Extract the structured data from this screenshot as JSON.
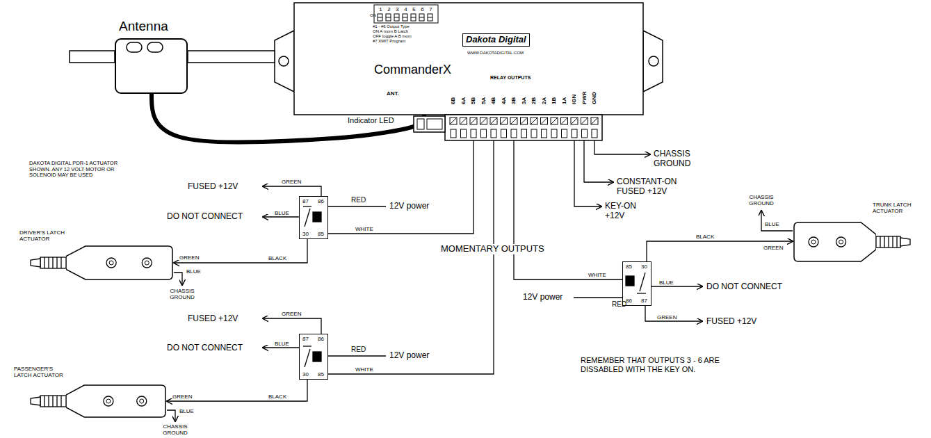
{
  "diagram": {
    "nodes": [
      {
        "text": [
          "ON",
          "1 2 3 4 5 6 7",
          "#1 - #6 Output Type",
          "ON A mom B Latch",
          "OFF toggle A B mom",
          "#7 XMIT Program",
          "Dakota Digital",
          "WWW.DAKOTADIGITAL.COM",
          "CommanderX",
          "RELAY OUTPUTS",
          "ANT.",
          "6B",
          "6A",
          "5B",
          "5A",
          "4B",
          "4A",
          "3B",
          "3A",
          "2B",
          "2A",
          "1B",
          "1A",
          "IGN",
          "PWR",
          "GND"
        ]
      },
      {
        "text": [
          "Antenna"
        ]
      },
      {
        "text": [
          "87",
          "86",
          "85",
          "30"
        ]
      },
      {
        "text": [
          "DRIVER'S LATCH ACTUATOR"
        ]
      },
      {
        "text": [
          "87",
          "86",
          "85",
          "30"
        ]
      },
      {
        "text": [
          "PASSENGER'S LATCH ACTUATOR"
        ]
      },
      {
        "text": [
          "85",
          "30",
          "86",
          "87"
        ]
      },
      {
        "text": [
          "TRUNK LATCH ACTUATOR"
        ]
      }
    ],
    "edges": [
      {
        "from": 1,
        "to": 0,
        "arrow": "none"
      },
      {
        "from": 0,
        "to": 2,
        "arrow": "none",
        "label": "WHITE"
      },
      {
        "from": 2,
        "to": 3,
        "arrow": "to",
        "label": "BLACK"
      },
      {
        "from": 0,
        "to": 4,
        "arrow": "none",
        "label": "WHITE"
      },
      {
        "from": 4,
        "to": 5,
        "arrow": "to",
        "label": "BLACK"
      },
      {
        "from": 0,
        "to": 6,
        "arrow": "none",
        "label": "WHITE"
      },
      {
        "from": 6,
        "to": 7,
        "arrow": "to",
        "label": "BLACK"
      }
    ],
    "labels": [
      "Indicator LED",
      "DAKOTA DIGITAL PDR-1 ACTUATOR SHOWN. ANY 12 VOLT MOTOR OR SOLENOID MAY BE USED",
      "GREEN",
      "FUSED +12V",
      "BLUE",
      "DO NOT CONNECT",
      "RED",
      "12V power",
      "GREEN",
      "BLUE",
      "CHASSIS GROUND",
      "GREEN",
      "FUSED +12V",
      "BLUE",
      "DO NOT CONNECT",
      "RED",
      "12V power",
      "GREEN",
      "BLUE",
      "CHASSIS GROUND",
      "MOMENTARY OUTPUTS",
      "CHASSIS GROUND",
      "CONSTANT-ON FUSED +12V",
      "KEY-ON +12V",
      "12V power",
      "RED",
      "BLUE",
      "DO NOT CONNECT",
      "GREEN",
      "FUSED +12V",
      "CHASSIS GROUND",
      "BLUE",
      "GREEN",
      "REMEMBER THAT OUTPUTS 3 - 6 ARE DISSABLED WITH THE KEY ON."
    ]
  }
}
